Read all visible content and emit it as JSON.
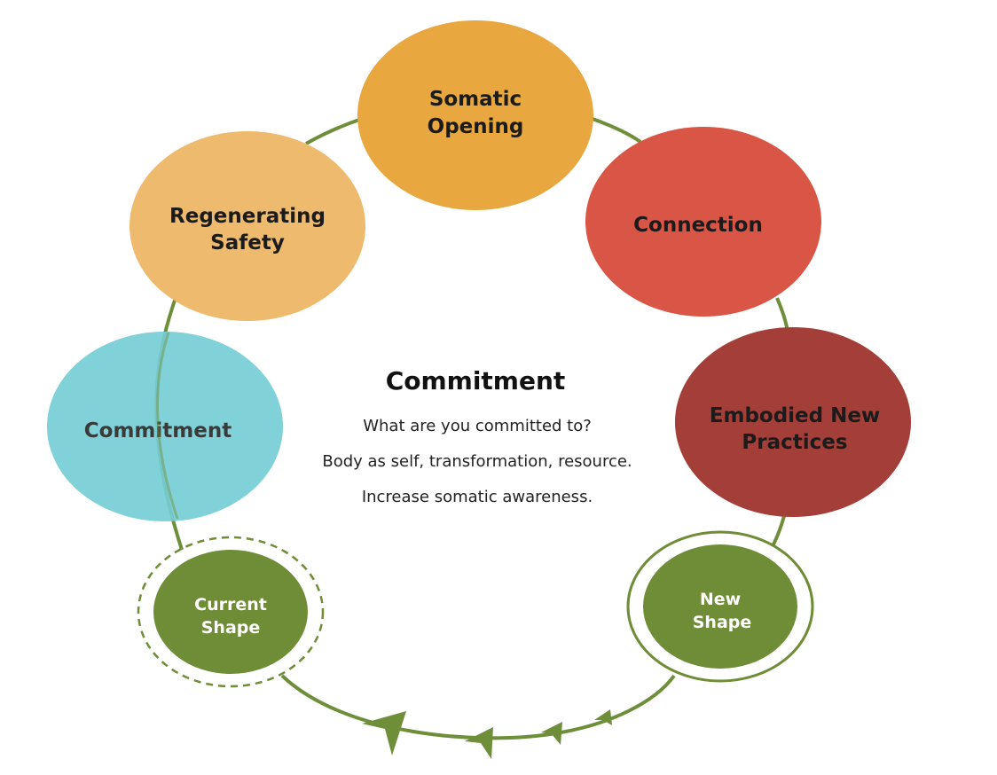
{
  "colors": {
    "path": "#6f8e3a",
    "somatic_opening": "#e8a73f",
    "connection": "#d95545",
    "embodied_new_practices": "#a33f38",
    "regenerating_safety": "#eeba6e",
    "commitment": "#76cdd5",
    "shape_nodes": "#6f8c36"
  },
  "nodes": {
    "somatic_opening": {
      "line1": "Somatic",
      "line2": "Opening"
    },
    "connection": {
      "line1": "Connection"
    },
    "embodied_new_practices": {
      "line1": "Embodied New",
      "line2": "Practices"
    },
    "regenerating_safety": {
      "line1": "Regenerating",
      "line2": "Safety"
    },
    "commitment": {
      "line1": "Commitment"
    },
    "current_shape": {
      "line1": "Current",
      "line2": "Shape"
    },
    "new_shape": {
      "line1": "New",
      "line2": "Shape"
    }
  },
  "center": {
    "title": "Commitment",
    "lines": [
      "What are you committed to?",
      "Body as self, transformation, resource.",
      "Increase somatic awareness."
    ]
  }
}
